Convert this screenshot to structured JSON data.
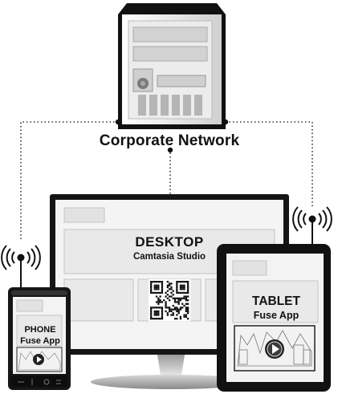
{
  "network": {
    "label": "Corporate Network"
  },
  "desktop": {
    "title": "DESKTOP",
    "subtitle": "Camtasia Studio"
  },
  "tablet": {
    "title": "TABLET",
    "subtitle": "Fuse App"
  },
  "phone": {
    "title": "PHONE",
    "subtitle": "Fuse App"
  },
  "icons": {
    "server": "server-icon",
    "wireless_left": "wireless-signal-icon",
    "wireless_right": "wireless-signal-icon",
    "qr_code": "qr-code-icon",
    "play_button_tablet": "play-button-icon",
    "play_button_phone": "play-button-icon"
  },
  "colors": {
    "device_frame": "#1a1a1a",
    "screen_panel": "#eeeeee",
    "panel_border": "#bdbdbd",
    "connector": "#333333"
  }
}
